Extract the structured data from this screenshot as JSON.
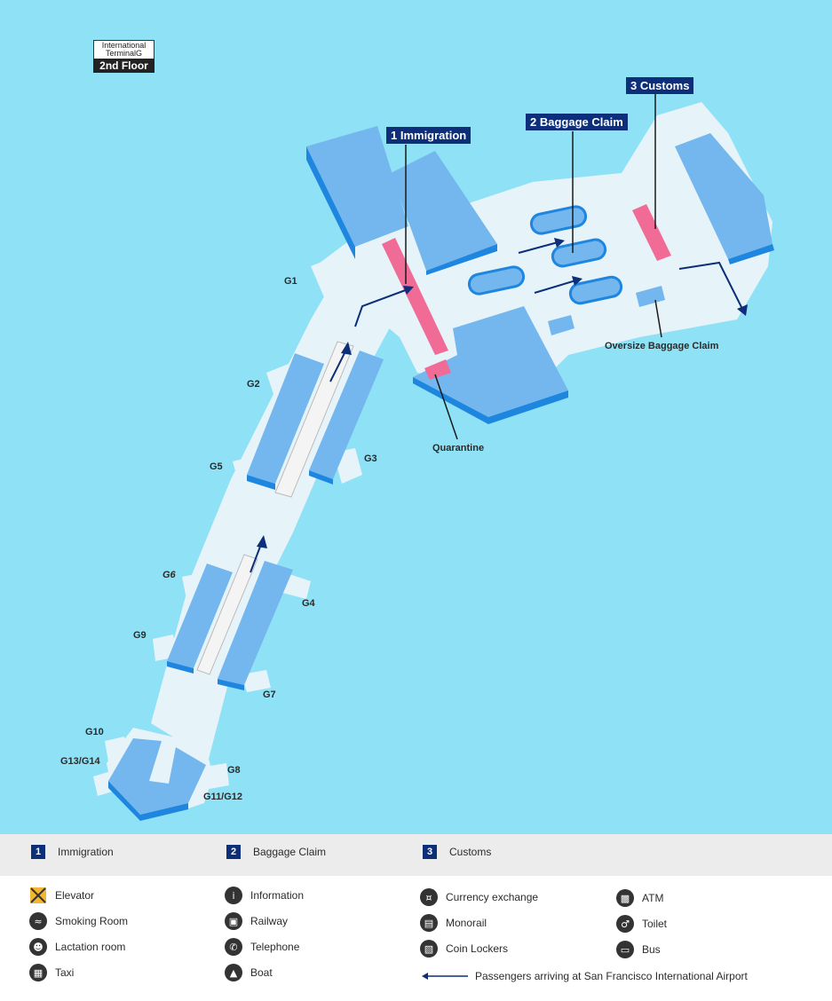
{
  "floor_badge": {
    "terminal": "International TerminalG",
    "floor": "2nd Floor"
  },
  "steps": [
    {
      "num": "1",
      "label": "Immigration",
      "map_label": "1 Immigration"
    },
    {
      "num": "2",
      "label": "Baggage Claim",
      "map_label": "2 Baggage Claim"
    },
    {
      "num": "3",
      "label": "Customs",
      "map_label": "3 Customs"
    }
  ],
  "gates": [
    "G1",
    "G2",
    "G3",
    "G4",
    "G5",
    "G6",
    "G7",
    "G8",
    "G9",
    "G10",
    "G11/G12",
    "G13/G14"
  ],
  "map_labels": {
    "quarantine": "Quarantine",
    "oversize": "Oversize Baggage Claim"
  },
  "colors": {
    "water": "#8fe1f6",
    "floor": "#e6f4fa",
    "building": "#74b6ee",
    "building_edge": "#1f86e0",
    "highlight": "#f06b96",
    "route": "#0d2f7a"
  },
  "legend": [
    {
      "icon": "elevator-icon",
      "label": "Elevator"
    },
    {
      "icon": "smoking-room-icon",
      "label": "Smoking Room"
    },
    {
      "icon": "lactation-room-icon",
      "label": "Lactation room"
    },
    {
      "icon": "taxi-icon",
      "label": "Taxi"
    },
    {
      "icon": "information-icon",
      "label": "Information"
    },
    {
      "icon": "railway-icon",
      "label": "Railway"
    },
    {
      "icon": "telephone-icon",
      "label": "Telephone"
    },
    {
      "icon": "boat-icon",
      "label": "Boat"
    },
    {
      "icon": "currency-exchange-icon",
      "label": "Currency exchange"
    },
    {
      "icon": "monorail-icon",
      "label": "Monorail"
    },
    {
      "icon": "coin-lockers-icon",
      "label": "Coin Lockers"
    },
    {
      "icon": "route-arrow-icon",
      "label": "Passengers arriving at San Francisco International Airport"
    },
    {
      "icon": "atm-icon",
      "label": "ATM"
    },
    {
      "icon": "toilet-icon",
      "label": "Toilet"
    },
    {
      "icon": "bus-icon",
      "label": "Bus"
    }
  ]
}
